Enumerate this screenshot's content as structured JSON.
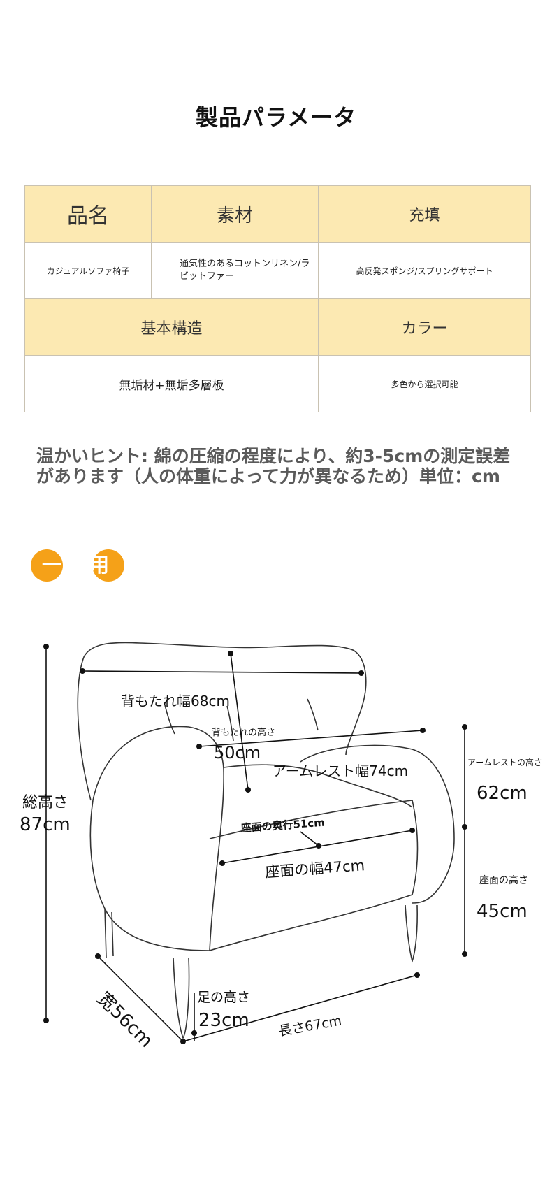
{
  "page_title": "製品パラメータ",
  "table": {
    "row1_headers": [
      "品名",
      "素材",
      "充填"
    ],
    "row1_values": [
      "カジュアルソファ椅子",
      "通気性のあるコットンリネン/ラビットファー",
      "高反発スポンジ/スプリングサポート"
    ],
    "row2_headers": [
      "基本構造",
      "カラー"
    ],
    "row2_values": [
      "無垢材+無垢多層板",
      "多色から選択可能"
    ]
  },
  "hint": "温かいヒント: 綿の圧縮の程度により、約3-5cmの測定誤差があります（人の体重によって力が異なるため）単位：cm",
  "badge": "一人用",
  "dimensions": {
    "backrest_width": "背もたれ幅68cm",
    "backrest_height_label": "背もたれの高さ",
    "backrest_height_value": "50cm",
    "armrest_width": "アームレスト幅74cm",
    "armrest_height_label": "アームレストの高さ",
    "armrest_height_value": "62cm",
    "seat_depth": "座面の奥行51cm",
    "seat_width": "座面の幅47cm",
    "seat_height_label": "座面の高さ",
    "seat_height_value": "45cm",
    "total_height_label": "総高さ",
    "total_height_value": "87cm",
    "width": "宽56cm",
    "leg_height_label": "足の高さ",
    "leg_height_value": "23cm",
    "length": "長さ67cm"
  }
}
